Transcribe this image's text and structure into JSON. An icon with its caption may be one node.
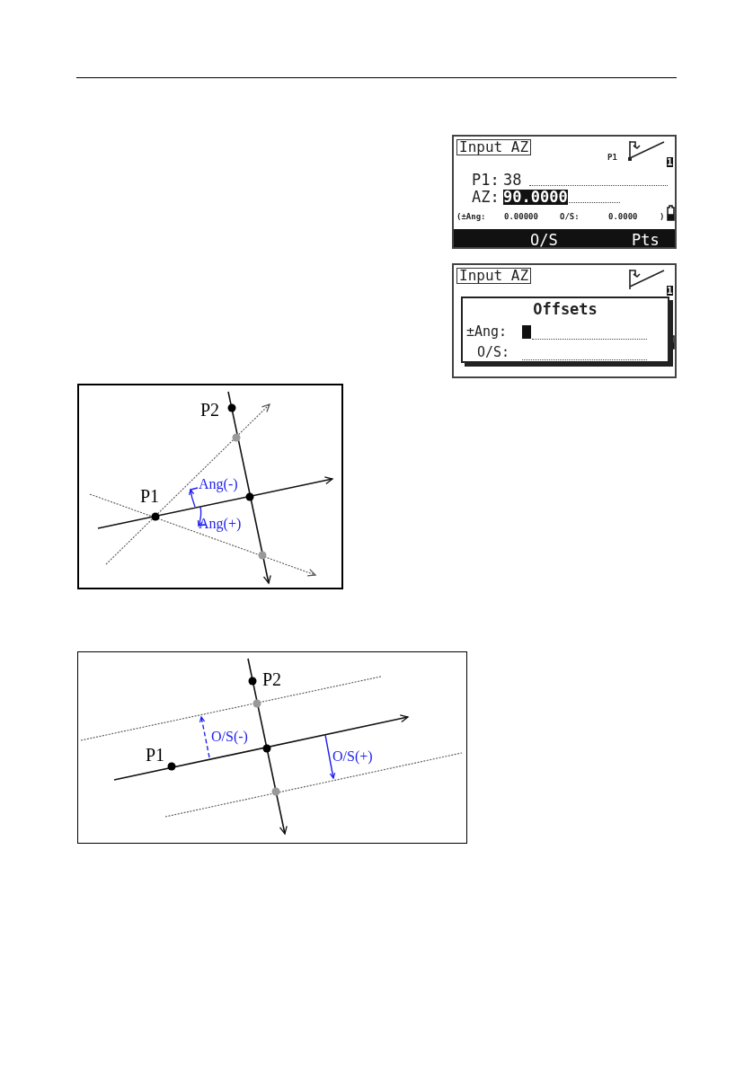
{
  "diagram": {
    "nodes": [
      {
        "text": [
          "Input AZ",
          "P1",
          "1",
          "P1:",
          "38",
          "AZ:",
          "90.0000",
          "(±Ang:",
          "0.00000",
          "O/S:",
          "0.0000",
          ")",
          "O/S",
          "Pts"
        ]
      },
      {
        "text": [
          "Input AZ",
          "1"
        ]
      },
      {
        "text": [
          "Offsets",
          "±Ang:",
          "O/S:"
        ],
        "in": 1
      },
      {
        "text": [
          "P2",
          "P1",
          "Ang(-)",
          "Ang(+)"
        ]
      },
      {
        "text": [
          "P2",
          "P1",
          "O/S(-)",
          "O/S(+)"
        ]
      }
    ]
  }
}
